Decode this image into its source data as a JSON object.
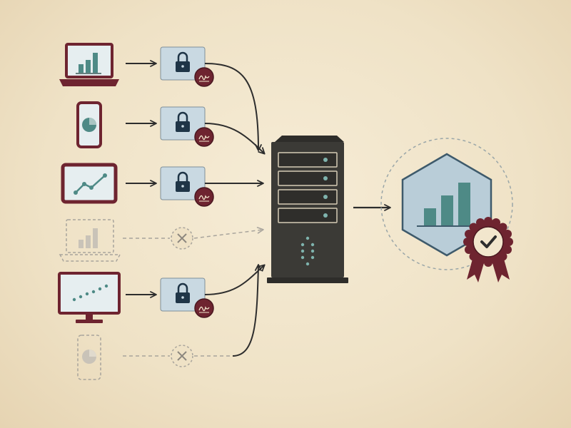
{
  "colors": {
    "background": "#f2e6cd",
    "device": "#6e2430",
    "device_muted": "#b3aca0",
    "screen": "#e6eef0",
    "chart": "#4e8a86",
    "lock_box": "#c9d9e2",
    "lock_icon": "#1f3547",
    "seal": "#6e2430",
    "arrow": "#2d2d2d",
    "arrow_muted": "#a8a49c",
    "server": "#3b3a36",
    "hexagon": "#b9cdd8"
  },
  "sources": [
    {
      "device": "laptop",
      "screen_chart": "bar-chart",
      "status": "encrypted-signed"
    },
    {
      "device": "phone",
      "screen_chart": "pie-chart",
      "status": "encrypted-signed"
    },
    {
      "device": "tablet",
      "screen_chart": "line-chart",
      "status": "encrypted-signed"
    },
    {
      "device": "laptop",
      "screen_chart": "bar-chart",
      "status": "rejected"
    },
    {
      "device": "monitor",
      "screen_chart": "scatter-chart",
      "status": "encrypted-signed"
    },
    {
      "device": "phone",
      "screen_chart": "pie-chart",
      "status": "rejected"
    }
  ],
  "icons": {
    "lock": "lock-icon",
    "signature": "signature-seal-icon",
    "reject": "x-circle-icon",
    "server": "server-tower-icon",
    "result": "bar-chart-hexagon-icon",
    "badge": "certified-checkmark-badge-icon"
  }
}
